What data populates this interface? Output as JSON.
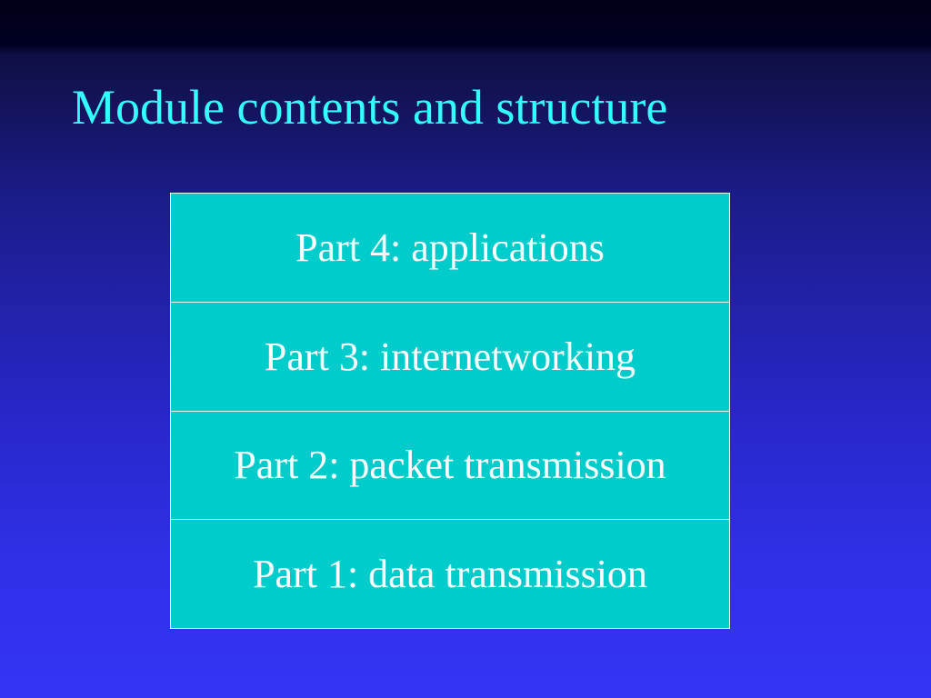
{
  "slide": {
    "title": "Module contents and structure",
    "layers": [
      {
        "label": "Part 4: applications"
      },
      {
        "label": "Part 3: internetworking"
      },
      {
        "label": "Part 2: packet transmission"
      },
      {
        "label": "Part 1: data transmission"
      }
    ]
  },
  "colors": {
    "title_text": "#33ffff",
    "box_fill": "#00cccc",
    "box_text": "#ffffff",
    "box_border": "#e8ffff",
    "background_top": "#000022",
    "background_bottom": "#3434f6"
  }
}
